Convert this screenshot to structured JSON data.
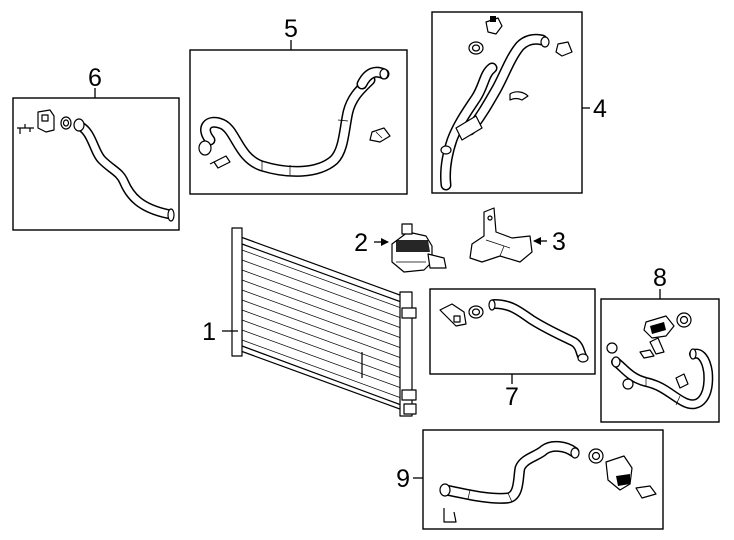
{
  "callouts": [
    {
      "id": "1",
      "label": "1"
    },
    {
      "id": "2",
      "label": "2"
    },
    {
      "id": "3",
      "label": "3"
    },
    {
      "id": "4",
      "label": "4"
    },
    {
      "id": "5",
      "label": "5"
    },
    {
      "id": "6",
      "label": "6"
    },
    {
      "id": "7",
      "label": "7"
    },
    {
      "id": "8",
      "label": "8"
    },
    {
      "id": "9",
      "label": "9"
    }
  ],
  "colors": {
    "ink": "#000000",
    "paper": "#ffffff"
  },
  "parts": {
    "radiator": "radiator-icon",
    "pump": "coolant-pump-icon",
    "bracket": "mounting-bracket-icon",
    "hoses": "hose-icon",
    "clamps": "hose-clamp-icon"
  }
}
